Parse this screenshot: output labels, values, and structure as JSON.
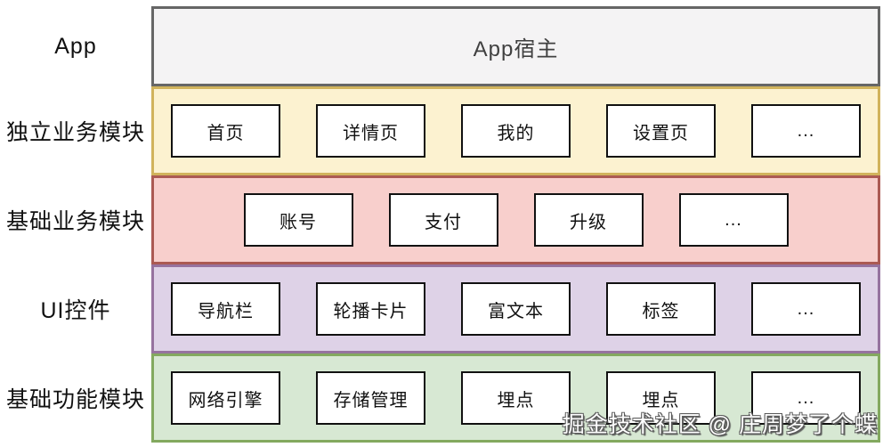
{
  "diagram": {
    "layers": [
      {
        "label": "App",
        "band_text": "App宿主",
        "bg": "#f4f3f4",
        "border": "#666666",
        "boxes": []
      },
      {
        "label": "独立业务模块",
        "bg": "#fcf2d0",
        "border": "#d1b35c",
        "boxes": [
          "首页",
          "详情页",
          "我的",
          "设置页",
          "..."
        ]
      },
      {
        "label": "基础业务模块",
        "bg": "#f8cfcc",
        "border": "#ab5a53",
        "boxes": [
          "账号",
          "支付",
          "升级",
          "..."
        ]
      },
      {
        "label": "UI控件",
        "bg": "#ded2e7",
        "border": "#96739f",
        "boxes": [
          "导航栏",
          "轮播卡片",
          "富文本",
          "标签",
          "..."
        ]
      },
      {
        "label": "基础功能模块",
        "bg": "#d7e8d3",
        "border": "#83a95f",
        "boxes": [
          "网络引擎",
          "存储管理",
          "埋点",
          "埋点",
          "..."
        ]
      }
    ],
    "watermark": "掘金技术社区 @ 庄周梦了个蝶"
  }
}
